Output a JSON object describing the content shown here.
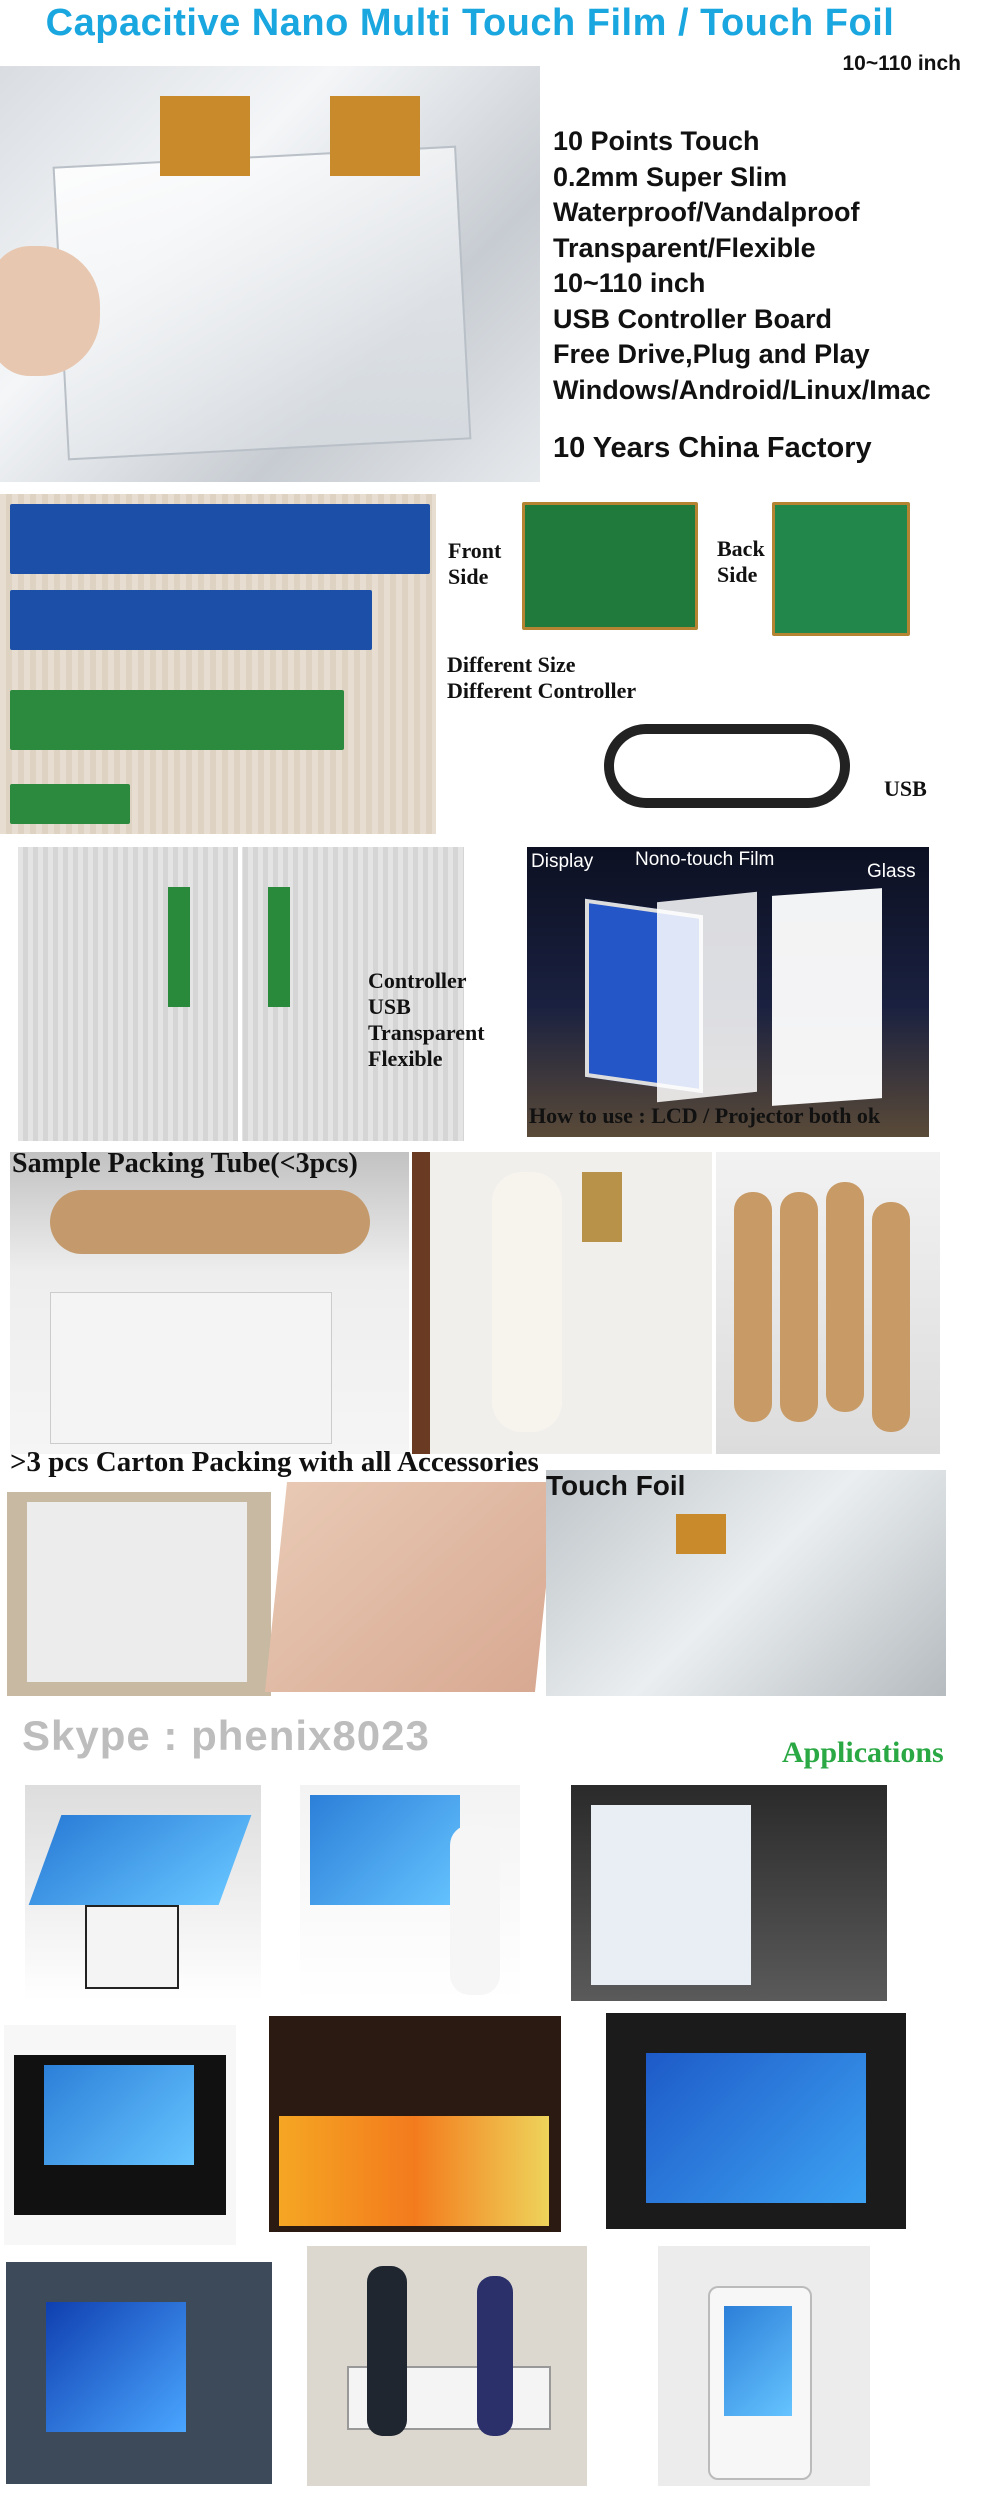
{
  "header": {
    "title": "Capacitive Nano Multi Touch Film / Touch Foil",
    "size_range": "10~110 inch"
  },
  "features": [
    "10 Points Touch",
    "0.2mm Super Slim",
    "Waterproof/Vandalproof",
    "Transparent/Flexible",
    "10~110 inch",
    "USB Controller Board",
    "Free Drive,Plug and Play",
    "Windows/Android/Linux/Imac"
  ],
  "factory": "10 Years China Factory",
  "controller_section": {
    "front_label": "Front\nSide",
    "back_label": "Back\nSide",
    "diff_label": "Different Size\nDifferent Controller",
    "usb_label": "USB"
  },
  "usage_section": {
    "ctrl_label": "Controller\nUSB\nTransparent\nFlexible",
    "display_label": "Display",
    "film_label": "Nono-touch Film",
    "glass_label": "Glass",
    "caption": "How to use : LCD / Projector both ok"
  },
  "packing": {
    "sample_heading": "Sample Packing Tube(<3pcs)",
    "carton_heading": ">3 pcs Carton Packing with all Accessories",
    "touch_foil_label": "Touch Foil"
  },
  "contact": {
    "skype": "Skype : phenix8023"
  },
  "applications": {
    "heading": "Applications"
  },
  "colors": {
    "title_blue": "#1aa7e0",
    "applications_green": "#2aa844",
    "skype_gray": "#bdbdbd"
  }
}
